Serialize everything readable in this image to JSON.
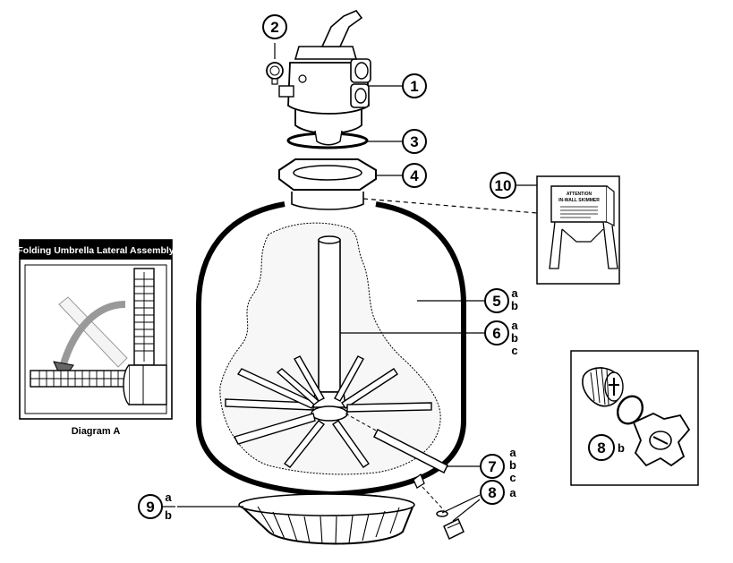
{
  "inset": {
    "title": "Folding Umbrella Lateral Assembly",
    "caption": "Diagram A"
  },
  "sign": {
    "line1": "ATTENTION",
    "line2": "IN-WALL SKIMMER"
  },
  "callouts": [
    {
      "id": "c1",
      "number": "1",
      "subs": []
    },
    {
      "id": "c2",
      "number": "2",
      "subs": []
    },
    {
      "id": "c3",
      "number": "3",
      "subs": []
    },
    {
      "id": "c4",
      "number": "4",
      "subs": []
    },
    {
      "id": "c5",
      "number": "5",
      "subs": [
        "a",
        "b"
      ]
    },
    {
      "id": "c6",
      "number": "6",
      "subs": [
        "a",
        "b",
        "c"
      ]
    },
    {
      "id": "c7",
      "number": "7",
      "subs": [
        "a",
        "b",
        "c"
      ]
    },
    {
      "id": "c8a",
      "number": "8",
      "subs": [
        "a"
      ]
    },
    {
      "id": "c8b",
      "number": "8",
      "subs": [
        "b"
      ]
    },
    {
      "id": "c9",
      "number": "9",
      "subs": [
        "a",
        "b"
      ]
    },
    {
      "id": "c10",
      "number": "10",
      "subs": []
    }
  ]
}
